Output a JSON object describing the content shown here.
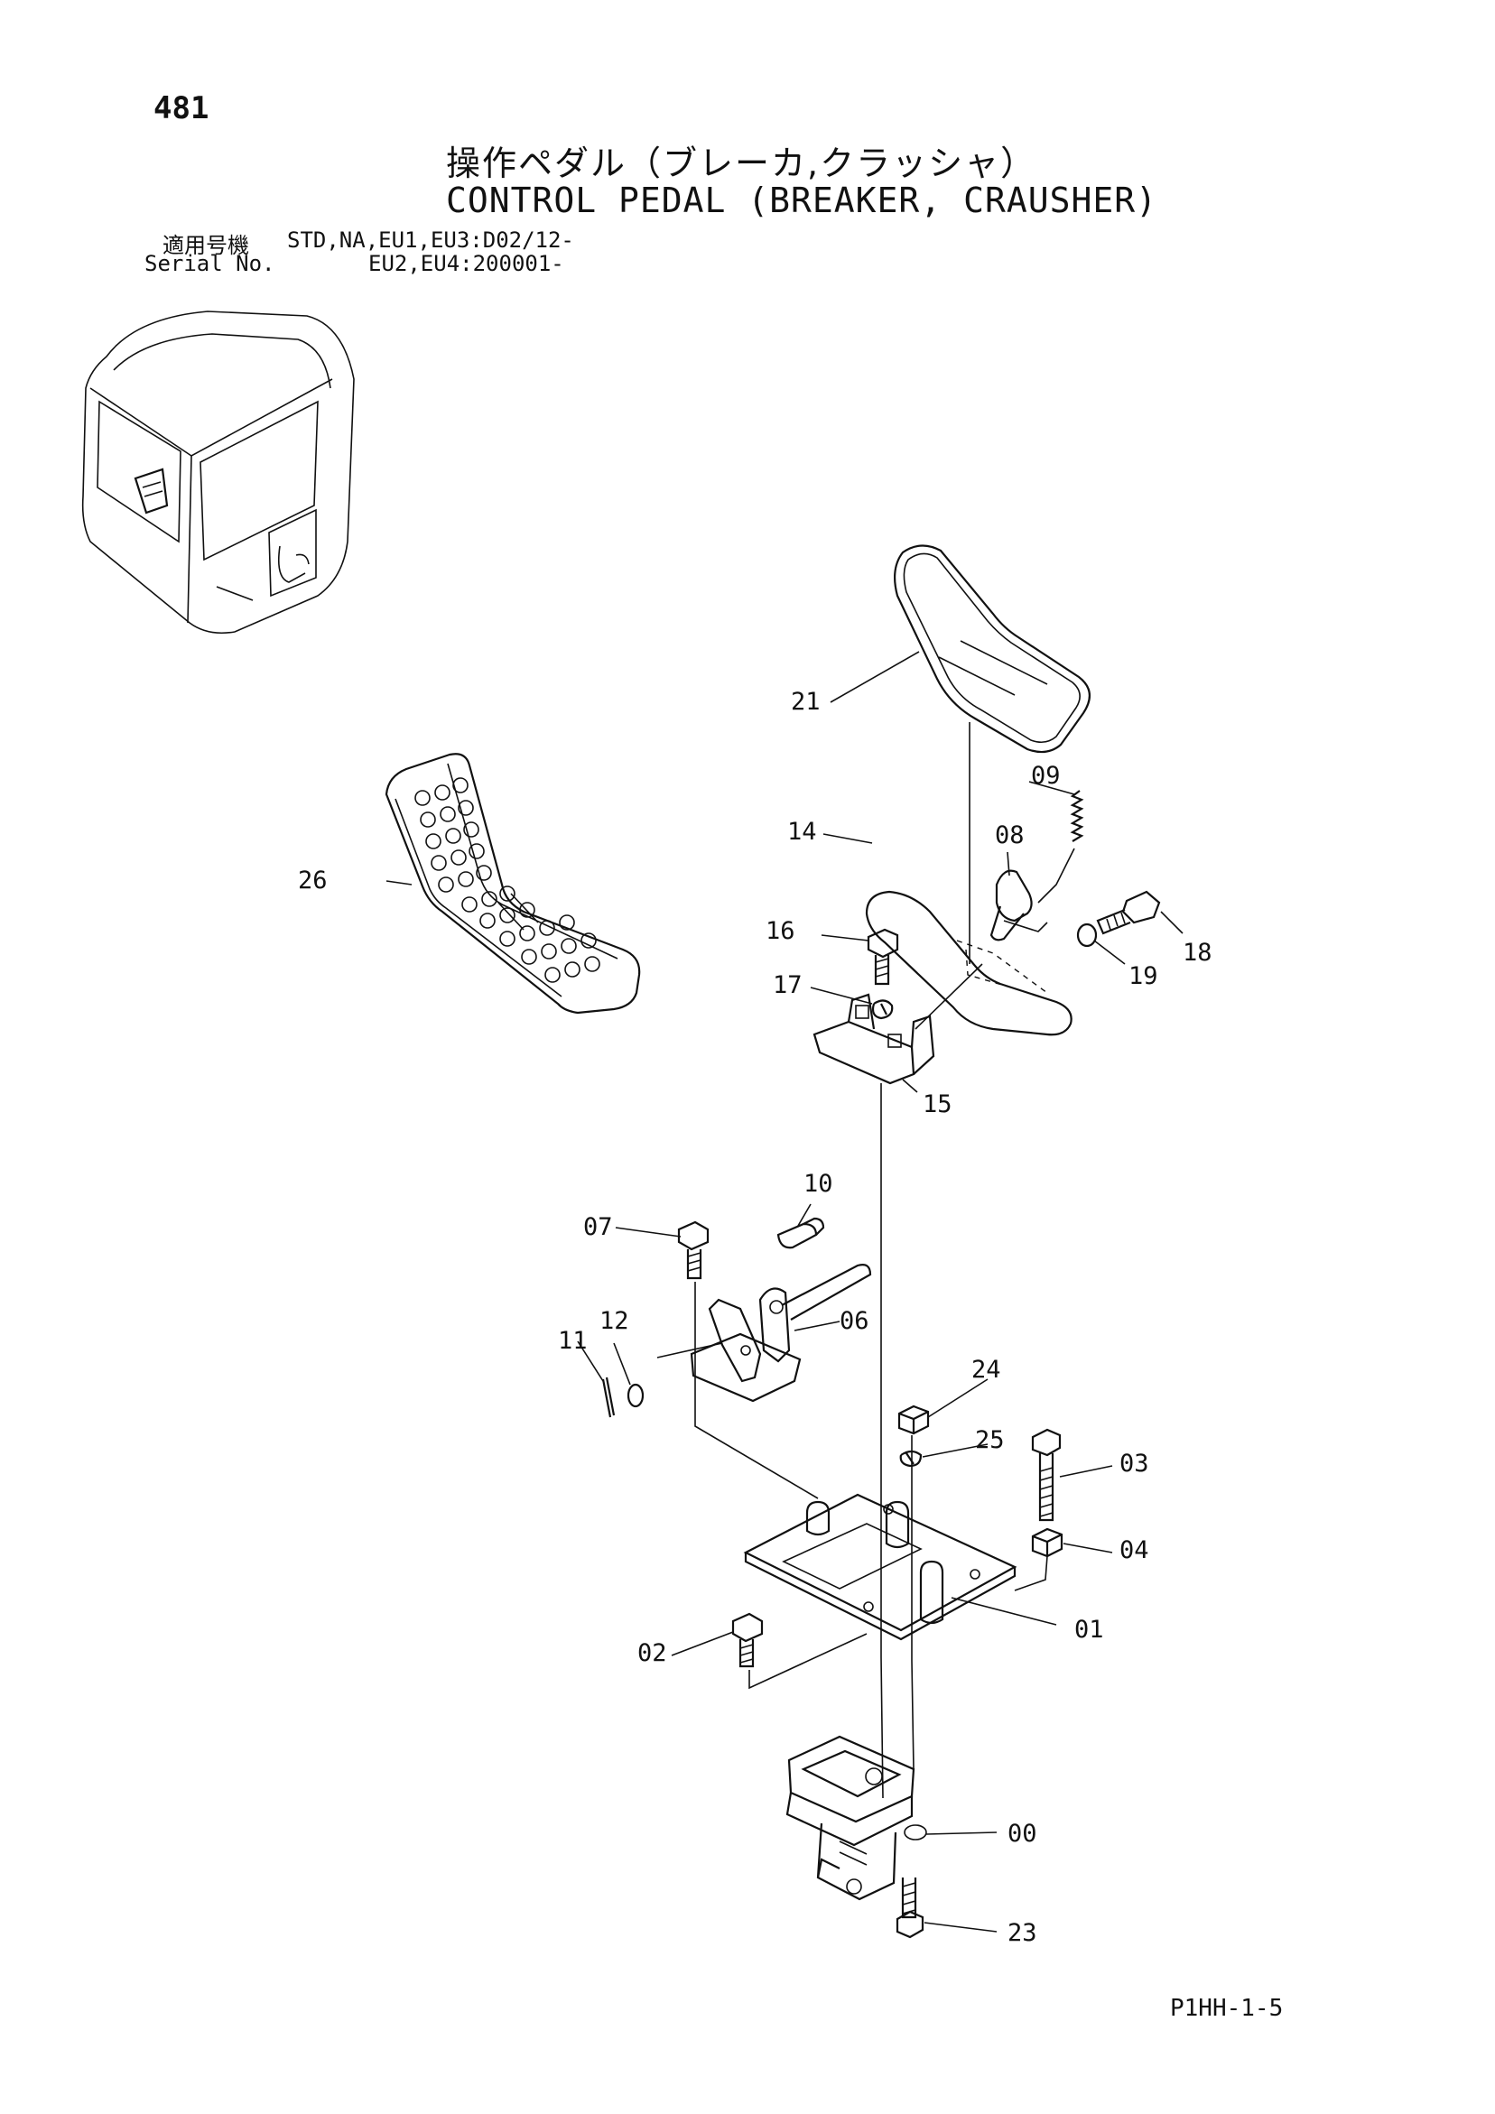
{
  "header": {
    "page_number": "481",
    "title_jp": "操作ペダル（ブレーカ,クラッシャ）",
    "title_en": "CONTROL PEDAL (BREAKER, CRAUSHER)",
    "applicability_label_jp": "適用号機",
    "applicability_value": "STD,NA,EU1,EU3:D02/12-",
    "serial_label": "Serial No.",
    "serial_value": "EU2,EU4:200001-"
  },
  "parts": [
    "00",
    "01",
    "02",
    "03",
    "04",
    "06",
    "07",
    "08",
    "09",
    "10",
    "11",
    "12",
    "14",
    "15",
    "16",
    "17",
    "18",
    "19",
    "21",
    "23",
    "24",
    "25",
    "26"
  ],
  "footer": {
    "drawing_code": "P1HH-1-5"
  },
  "colors": {
    "ink": "#111111",
    "paper": "#ffffff"
  }
}
